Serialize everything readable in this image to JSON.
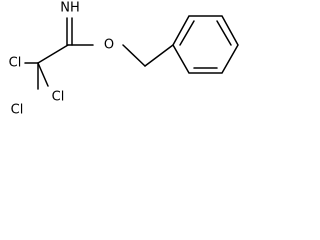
{
  "structure": {
    "type": "chemical-structure",
    "atom_labels": {
      "imine": "NH",
      "oxygen": "O",
      "chlorine_1": "Cl",
      "chlorine_2": "Cl",
      "chlorine_3": "Cl"
    },
    "colors": {
      "line": "#000000",
      "background": "#ffffff"
    }
  }
}
